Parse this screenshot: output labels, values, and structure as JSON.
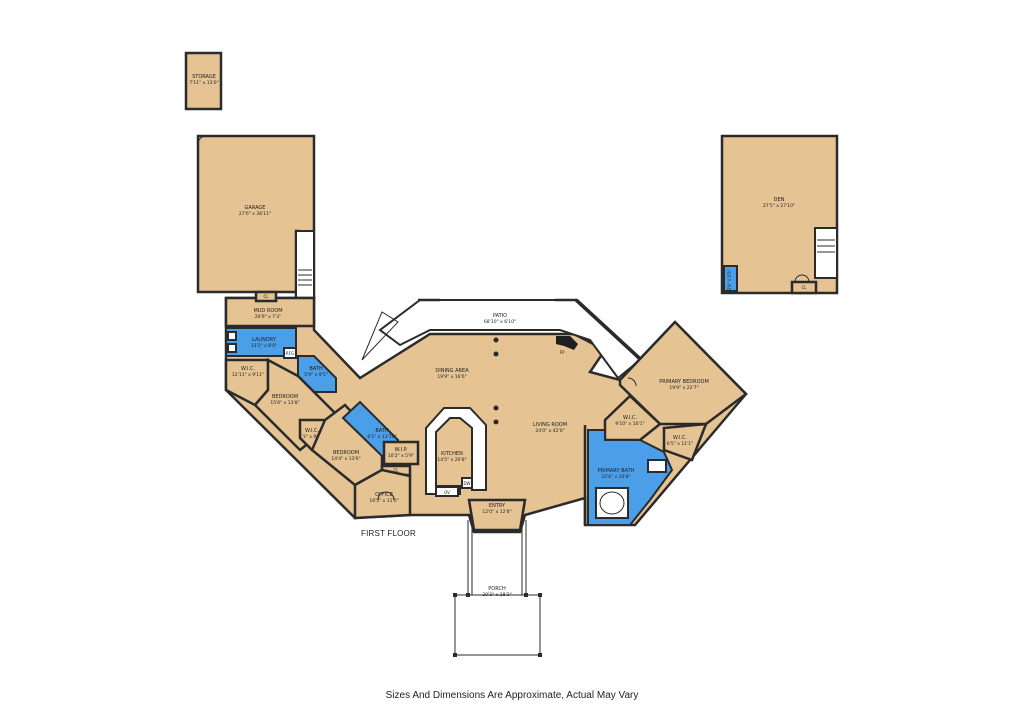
{
  "colors": {
    "room_fill": "#E5C393",
    "wet_room_fill": "#4A9FE8",
    "wall": "#2b2b2b"
  },
  "floor": {
    "title": "FIRST FLOOR"
  },
  "footer": {
    "disclaimer": "Sizes And Dimensions Are Approximate, Actual May Vary"
  },
  "rooms": {
    "storage": {
      "name": "STORAGE",
      "dims": "7'11\" x 13'0\""
    },
    "garage": {
      "name": "GARAGE",
      "dims": "27'6\" x 36'11\""
    },
    "den": {
      "name": "DEN",
      "dims": "27'5\" x 27'10\""
    },
    "den_closet": {
      "name": "CL"
    },
    "den_bath": {
      "dims": "3'4\" x 5'5\""
    },
    "mud_room": {
      "name": "MUD ROOM",
      "dims": "20'9\" x 7'3\""
    },
    "mud_closet": {
      "name": "CL"
    },
    "laundry": {
      "name": "LAUNDRY",
      "dims": "13'2\" x 8'0\""
    },
    "refrigerator": {
      "name": "RFG"
    },
    "wic1": {
      "name": "W.I.C.",
      "dims": "12'11\" x 9'11\""
    },
    "bath1": {
      "name": "BATH",
      "dims": "5'9\" x 9'5\""
    },
    "bedroom1": {
      "name": "BEDROOM",
      "dims": "15'6\" x 13'8\""
    },
    "wic2": {
      "name": "W.I.C.",
      "dims": "4'3\" x 9'11\""
    },
    "bedroom2": {
      "name": "BEDROOM",
      "dims": "14'4\" x 13'6\""
    },
    "bath2": {
      "name": "BATH",
      "dims": "6'1\" x 13'10\""
    },
    "wip": {
      "name": "W.I.P.",
      "dims": "10'2\" x 5'9\""
    },
    "office_closet": {
      "name": "CL"
    },
    "office": {
      "name": "OFFICE",
      "dims": "16'5\" x 11'0\""
    },
    "kitchen": {
      "name": "KITCHEN",
      "dims": "14'5\" x 20'8\""
    },
    "oven": {
      "name": "OV"
    },
    "dishwasher": {
      "name": "DW"
    },
    "dining_area": {
      "name": "DINING AREA",
      "dims": "19'9\" x 16'6\""
    },
    "living_room": {
      "name": "LIVING ROOM",
      "dims": "24'0\" x 42'0\""
    },
    "fireplace": {
      "name": "FP"
    },
    "patio": {
      "name": "PATIO",
      "dims": "68'10\" x 6'10\""
    },
    "entry": {
      "name": "ENTRY",
      "dims": "12'0\" x 12'8\""
    },
    "porch": {
      "name": "PORCH",
      "dims": "20'3\" x 28'2\""
    },
    "primary_bedroom": {
      "name": "PRIMARY BEDROOM",
      "dims": "19'9\" x 22'7\""
    },
    "wic3": {
      "name": "W.I.C.",
      "dims": "9'10\" x 10'1\""
    },
    "wic4": {
      "name": "W.I.C.",
      "dims": "6'5\" x 11'1\""
    },
    "primary_bath": {
      "name": "PRIMARY BATH",
      "dims": "22'6\" x 20'8\""
    }
  }
}
